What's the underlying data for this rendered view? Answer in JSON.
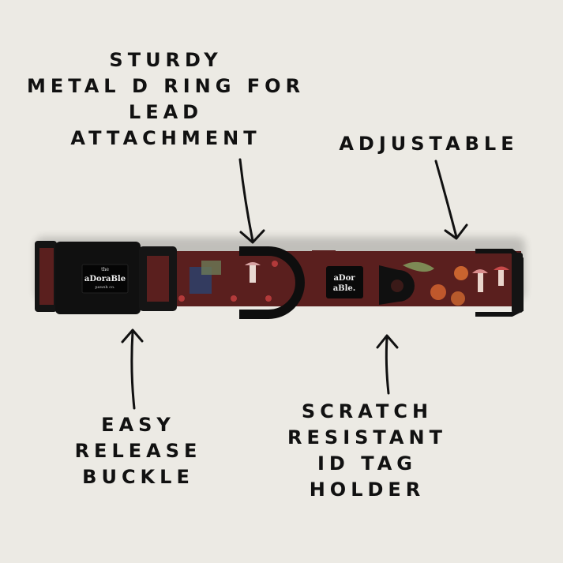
{
  "labels": {
    "d_ring": [
      "STURDY",
      "METAL D RING FOR",
      "LEAD",
      "ATTACHMENT"
    ],
    "adjustable": [
      "ADJUSTABLE"
    ],
    "buckle": [
      "EASY",
      "RELEASE",
      "BUCKLE"
    ],
    "id_tag": [
      "SCRATCH",
      "RESISTANT",
      "ID TAG",
      "HOLDER"
    ]
  },
  "product": {
    "buckle_logo": [
      "the",
      "aDoraBle",
      "pawsh co."
    ],
    "tag_logo": [
      "aDor",
      "aBle."
    ]
  },
  "colors": {
    "background": "#ECEAE4",
    "webbing": "#5A1F1E",
    "hardware": "#111111",
    "text": "#111111"
  }
}
